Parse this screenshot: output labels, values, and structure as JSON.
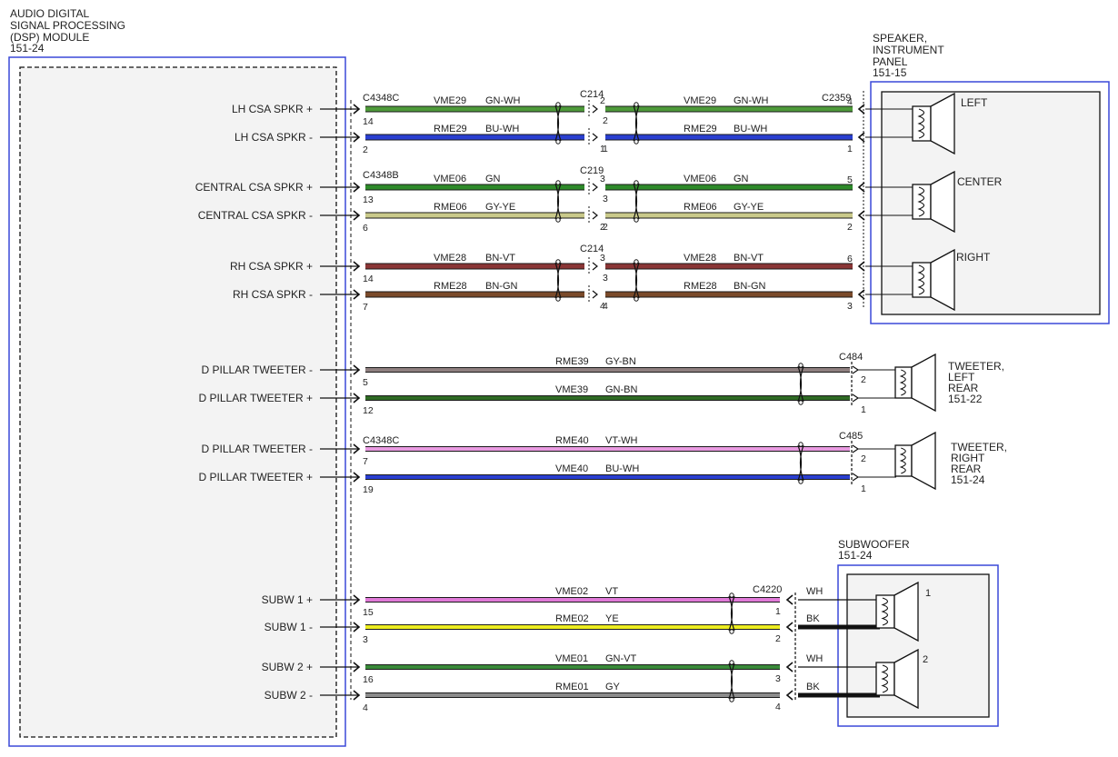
{
  "module": {
    "title_lines": [
      "AUDIO DIGITAL",
      "SIGNAL PROCESSING",
      "(DSP) MODULE",
      "151-24"
    ]
  },
  "speaker_ip": {
    "title_lines": [
      "SPEAKER,",
      "INSTRUMENT",
      "PANEL",
      "151-15"
    ],
    "labels": [
      "LEFT",
      "CENTER",
      "RIGHT"
    ]
  },
  "tweeter_left": {
    "title_lines": [
      "TWEETER,",
      "LEFT",
      "REAR",
      "151-22"
    ]
  },
  "tweeter_right": {
    "title_lines": [
      "TWEETER,",
      "RIGHT",
      "REAR",
      "151-24"
    ]
  },
  "subwoofer": {
    "title_lines": [
      "SUBWOOFER",
      "151-24"
    ],
    "labels": [
      "1",
      "2"
    ]
  },
  "colors": {
    "GN-WH": "#4e9a3a",
    "BU-WH": "#2a3fd0",
    "GN": "#2e8a2a",
    "GY-YE": "#c9c98a",
    "BN-VT": "#8a3535",
    "BN-GN": "#7a4a2a",
    "GY-BN": "#8f8080",
    "GN-BN": "#2f6a25",
    "VT-WH": "#e89ae0",
    "VT": "#e07ad8",
    "YE": "#ecec20",
    "GN-VT": "#3a8a3a",
    "GY": "#8c8c8c",
    "frame": "#3a48d8"
  },
  "connectors": {
    "c4348c_top": "C4348C",
    "c4348b": "C4348B",
    "c4348c_mid": "C4348C",
    "c214_top": "C214",
    "c219": "C219",
    "c214_mid": "C214",
    "c2359": "C2359",
    "c484": "C484",
    "c485": "C485",
    "c4220": "C4220"
  },
  "wires": [
    {
      "label": "LH CSA SPKR +",
      "circuit": "VME29",
      "color": "GN-WH",
      "pin_left": "14",
      "pin_c_in": "2",
      "pin_c_out": "2",
      "pin_right": "4"
    },
    {
      "label": "LH CSA SPKR -",
      "circuit": "RME29",
      "color": "BU-WH",
      "pin_left": "2",
      "pin_c_in": "1",
      "pin_c_out": "1",
      "pin_right": "1"
    },
    {
      "label": "CENTRAL CSA SPKR +",
      "circuit": "VME06",
      "color": "GN",
      "pin_left": "13",
      "pin_c_in": "3",
      "pin_c_out": "3",
      "pin_right": "5"
    },
    {
      "label": "CENTRAL CSA SPKR -",
      "circuit": "RME06",
      "color": "GY-YE",
      "pin_left": "6",
      "pin_c_in": "2",
      "pin_c_out": "2",
      "pin_right": "2"
    },
    {
      "label": "RH CSA SPKR +",
      "circuit": "VME28",
      "color": "BN-VT",
      "pin_left": "14",
      "pin_c_in": "3",
      "pin_c_out": "3",
      "pin_right": "6"
    },
    {
      "label": "RH CSA SPKR -",
      "circuit": "RME28",
      "color": "BN-GN",
      "pin_left": "7",
      "pin_c_in": "4",
      "pin_c_out": "4",
      "pin_right": "3"
    },
    {
      "label": "D PILLAR TWEETER -",
      "circuit": "RME39",
      "color": "GY-BN",
      "pin_left": "5",
      "pin_right": "2"
    },
    {
      "label": "D PILLAR TWEETER +",
      "circuit": "VME39",
      "color": "GN-BN",
      "pin_left": "12",
      "pin_right": "1"
    },
    {
      "label": "D PILLAR TWEETER -",
      "circuit": "RME40",
      "color": "VT-WH",
      "pin_left": "7",
      "pin_right": "2"
    },
    {
      "label": "D PILLAR TWEETER +",
      "circuit": "VME40",
      "color": "BU-WH",
      "pin_left": "19",
      "pin_right": "1"
    },
    {
      "label": "SUBW 1 +",
      "circuit": "VME02",
      "color": "VT",
      "pin_left": "15",
      "pin_right": "1",
      "tail_label": "WH"
    },
    {
      "label": "SUBW 1 -",
      "circuit": "RME02",
      "color": "YE",
      "pin_left": "3",
      "pin_right": "2",
      "tail_label": "BK"
    },
    {
      "label": "SUBW 2 +",
      "circuit": "VME01",
      "color": "GN-VT",
      "pin_left": "16",
      "pin_right": "3",
      "tail_label": "WH"
    },
    {
      "label": "SUBW 2 -",
      "circuit": "RME01",
      "color": "GY",
      "pin_left": "4",
      "pin_right": "4",
      "tail_label": "BK"
    }
  ]
}
